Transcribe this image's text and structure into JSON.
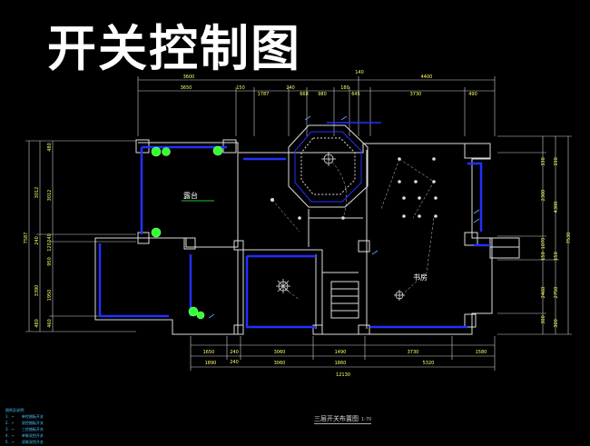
{
  "banner_title": "开关控制图",
  "sheet": {
    "title": "三层开关布置图",
    "scale": "1:70"
  },
  "rooms": {
    "terrace": "露台",
    "study": "书房"
  },
  "dims": {
    "top1": [
      "3600",
      "140",
      "4400"
    ],
    "top2": [
      "3650",
      "150",
      "1787",
      "240",
      "668",
      "980",
      "180",
      "645",
      "3730",
      "490"
    ],
    "bottom1": [
      "1650",
      "240",
      "3060",
      "1490",
      "3730",
      "1580"
    ],
    "bottom2": [
      "1890",
      "240",
      "3060",
      "1860",
      "5320"
    ],
    "bottom_total": "12130",
    "left_outer": "7587",
    "left_mid": [
      "3012",
      "240",
      "3390",
      "480"
    ],
    "left_inner": [
      "480",
      "3012",
      "240",
      "120",
      "950",
      "1950",
      "460"
    ],
    "right_inner": [
      "330",
      "2300",
      "1070",
      "150",
      "2460",
      "300"
    ],
    "right_mid": [
      "330",
      "4300",
      "150",
      "2750",
      "300"
    ],
    "right_outer": "7530"
  },
  "legend": {
    "heading": "图例及说明：",
    "items": [
      {
        "num": "1.",
        "label": "单控翘板开关"
      },
      {
        "num": "2.",
        "label": "双控翘板开关"
      },
      {
        "num": "3.",
        "label": "三控翘板开关"
      },
      {
        "num": "4.",
        "label": "单联双控开关"
      },
      {
        "num": "5.",
        "label": "双联双控开关"
      }
    ]
  },
  "colors": {
    "wall": "#2230ff",
    "lamp": "#33ff33",
    "dim": "#ffff66",
    "line": "#dddddd",
    "room_label": "#ffffff"
  },
  "icons": [
    "ceiling-lamp-icon",
    "downlight-icon",
    "wall-lamp-icon",
    "switch-icon"
  ]
}
